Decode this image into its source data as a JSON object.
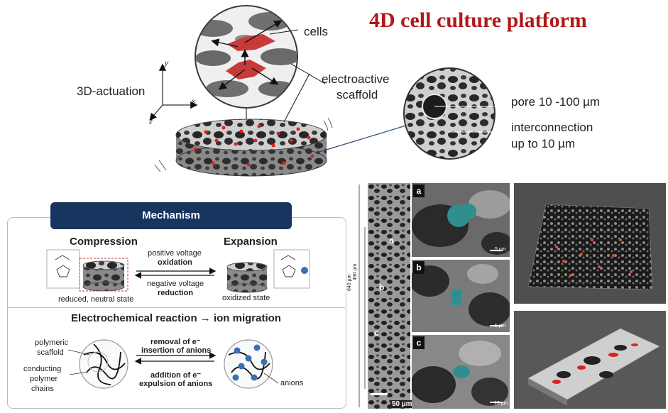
{
  "title": "4D cell culture platform",
  "top": {
    "cells_label": "cells",
    "scaffold_label_line1": "electroactive",
    "scaffold_label_line2": "scaffold",
    "actuation_label": "3D-actuation",
    "axis_y": "y",
    "axis_x": "x",
    "axis_z": "z",
    "pore_label": "pore 10 -100 µm",
    "interconnection_line1": "interconnection",
    "interconnection_line2": "up to 10 µm"
  },
  "mechanism": {
    "header": "Mechanism",
    "compression": "Compression",
    "expansion": "Expansion",
    "pos_voltage": "positive voltage",
    "oxidation": "oxidation",
    "neg_voltage": "negative voltage",
    "reduction": "reduction",
    "reduced_state": "reduced, neutral state",
    "oxidized_state": "oxidized state",
    "reaction_title": "Electrochemical reaction → ion migration",
    "polymeric_line1": "polymeric",
    "polymeric_line2": "scaffold",
    "conducting_line1": "conducting",
    "conducting_line2": "polymer",
    "conducting_line3": "chains",
    "removal": "removal of e⁻",
    "insertion": "insertion of anions",
    "addition": "addition of e⁻",
    "expulsion": "expulsion of anions",
    "anions": "anions"
  },
  "sem": {
    "height_outer": "640 µm",
    "height_inner": "490 µm",
    "col_a": "a",
    "col_b": "b",
    "col_c": "c",
    "panel_a": "a",
    "panel_b": "b",
    "panel_c": "c",
    "scale_main": "50 µm",
    "scale_small": "5 µm",
    "scale_c": "10 µm"
  },
  "colors": {
    "title": "#b01818",
    "header_bg": "#17355e",
    "cell": "#c73a3a",
    "cell_dot": "#e02020",
    "sem_cell": "#2f8f8f",
    "render_accent": "#e84a2a"
  }
}
